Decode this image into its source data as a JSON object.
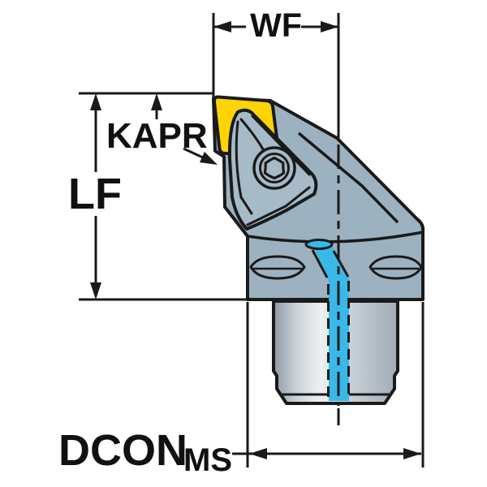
{
  "diagram": {
    "type": "technical-drawing",
    "subject": "Turning tool holder side view with dimension callouts",
    "labels": {
      "wf": "WF",
      "kapr": "KAPR",
      "lf": "LF",
      "dcon": "DCON",
      "dcon_sub": "MS"
    },
    "colors": {
      "background": "#FFFFFF",
      "outline": "#1A1A1A",
      "body": "#9DB2C1",
      "clamp": "#A6BAC8",
      "insert": "#FFD405",
      "coolant": "#38B9E9",
      "boss_edge_dark": "#8E99A3",
      "boss_mid": "#C9D1D8",
      "boss_light": "#EEF1F3",
      "boss_right": "#A0ABB5"
    }
  }
}
